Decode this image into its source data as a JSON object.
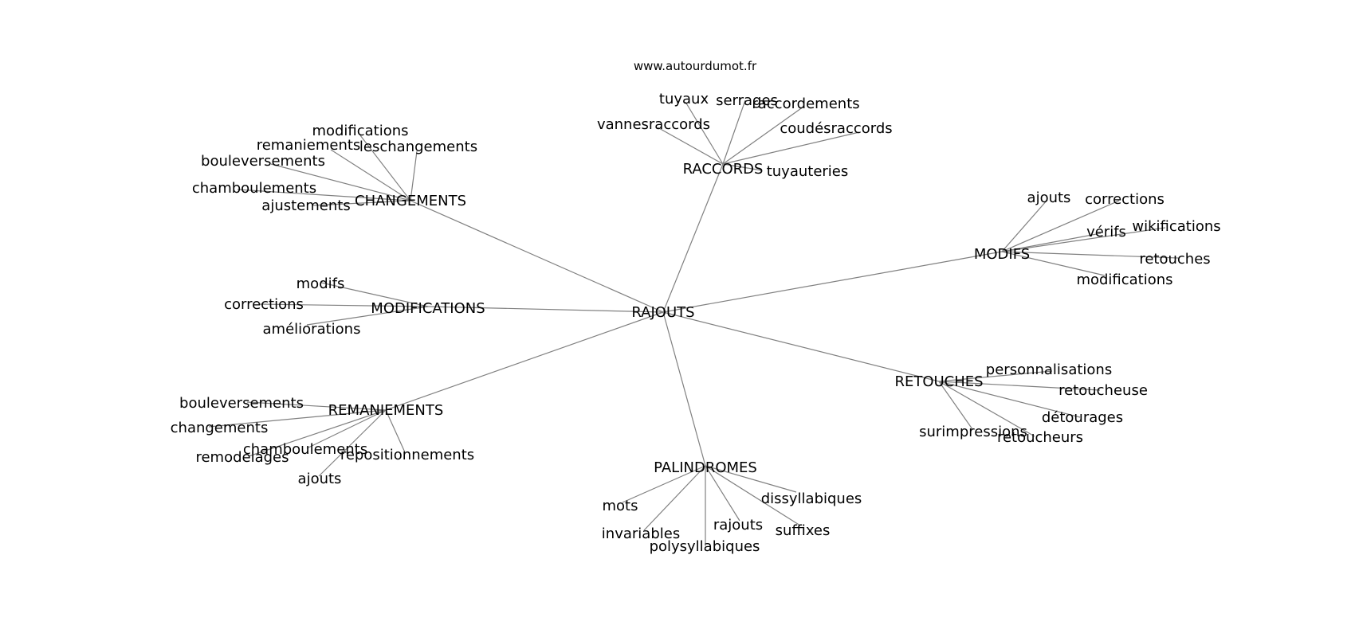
{
  "source": "www.autourdumot.fr",
  "center": "RAJOUTS",
  "groups": [
    {
      "key": "changements",
      "hub": "CHANGEMENTS",
      "words": [
        "modifications",
        "remaniements",
        "leschangements",
        "bouleversements",
        "chamboulements",
        "ajustements"
      ]
    },
    {
      "key": "raccords",
      "hub": "RACCORDS",
      "words": [
        "tuyaux",
        "serrages",
        "raccordements",
        "vannesraccords",
        "coudésraccords",
        "tuyauteries"
      ]
    },
    {
      "key": "modifs",
      "hub": "MODIFS",
      "words": [
        "ajouts",
        "corrections",
        "vérifs",
        "wikifications",
        "retouches",
        "modifications"
      ]
    },
    {
      "key": "modifications",
      "hub": "MODIFICATIONS",
      "words": [
        "modifs",
        "corrections",
        "améliorations"
      ]
    },
    {
      "key": "remaniements",
      "hub": "REMANIEMENTS",
      "words": [
        "bouleversements",
        "changements",
        "chamboulements",
        "repositionnements",
        "remodelages",
        "ajouts"
      ]
    },
    {
      "key": "retouches",
      "hub": "RETOUCHES",
      "words": [
        "personnalisations",
        "retoucheuse",
        "détourages",
        "surimpressions",
        "retoucheurs"
      ]
    },
    {
      "key": "palindromes",
      "hub": "PALINDROMES",
      "words": [
        "mots",
        "dissyllabiques",
        "invariables",
        "rajouts",
        "suffixes",
        "polysyllabiques"
      ]
    }
  ]
}
